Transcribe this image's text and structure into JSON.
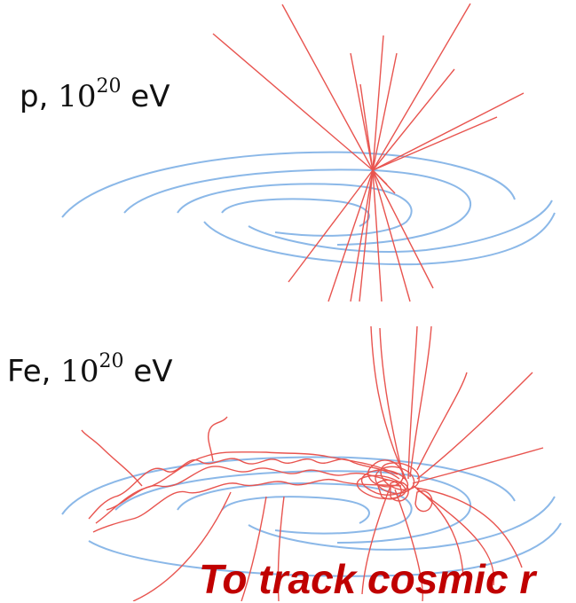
{
  "panels": {
    "top": {
      "particle": "p,",
      "mantissa": "10",
      "exponent": "20",
      "unit": "eV"
    },
    "bottom": {
      "particle": "Fe,",
      "mantissa": "10",
      "exponent": "20",
      "unit": "eV"
    }
  },
  "caption": {
    "text": "To track cosmic r"
  },
  "colors": {
    "galaxy": "#8bb8e8",
    "tracks": "#e8544f",
    "caption": "#c00000"
  }
}
